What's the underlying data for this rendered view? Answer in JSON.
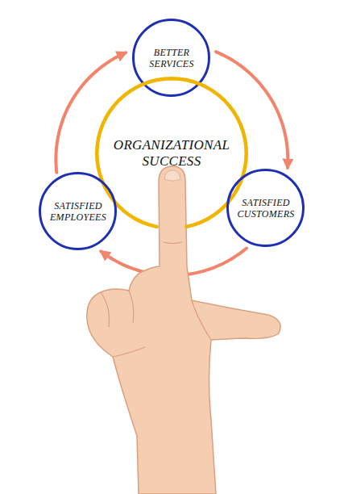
{
  "diagram": {
    "nodes": [
      {
        "text": [
          "BETTER SERVICES"
        ]
      },
      {
        "text": [
          "ORGANIZATIONAL SUCCESS"
        ]
      },
      {
        "text": [
          "SATISFIED EMPLOYEES"
        ]
      },
      {
        "text": [
          "SATISFIED CUSTOMERS"
        ]
      }
    ],
    "edges": [
      {
        "from": 0,
        "to": 3,
        "arrow": "to"
      },
      {
        "from": 3,
        "to": 2,
        "arrow": "to"
      },
      {
        "from": 2,
        "to": 0,
        "arrow": "to"
      }
    ]
  }
}
